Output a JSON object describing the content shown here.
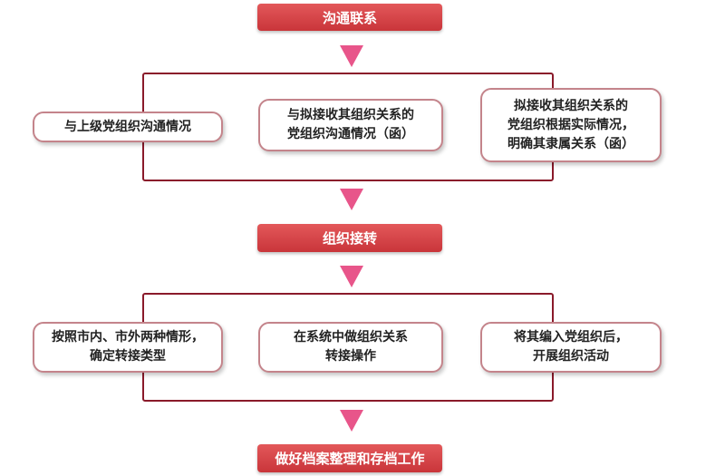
{
  "stages": [
    {
      "label": "沟通联系"
    },
    {
      "label": "组织接转"
    },
    {
      "label": "做好档案整理和存档工作"
    }
  ],
  "groups": [
    {
      "items": [
        {
          "text": "与上级党组织沟通情况"
        },
        {
          "text": "与拟接收其组织关系的\n党组织沟通情况（函）"
        },
        {
          "text": "拟接收其组织关系的\n党组织根据实际情况，\n明确其隶属关系（函）"
        }
      ]
    },
    {
      "items": [
        {
          "text": "按照市内、市外两种情形，\n确定转接类型"
        },
        {
          "text": "在系统中做组织关系\n转接操作"
        },
        {
          "text": "将其编入党组织后，\n开展组织活动"
        }
      ]
    }
  ],
  "colors": {
    "stage_box": "#d8454a",
    "arrow": "#e8558a",
    "bracket_line": "#8a1a2a",
    "item_border": "#c4848b"
  }
}
